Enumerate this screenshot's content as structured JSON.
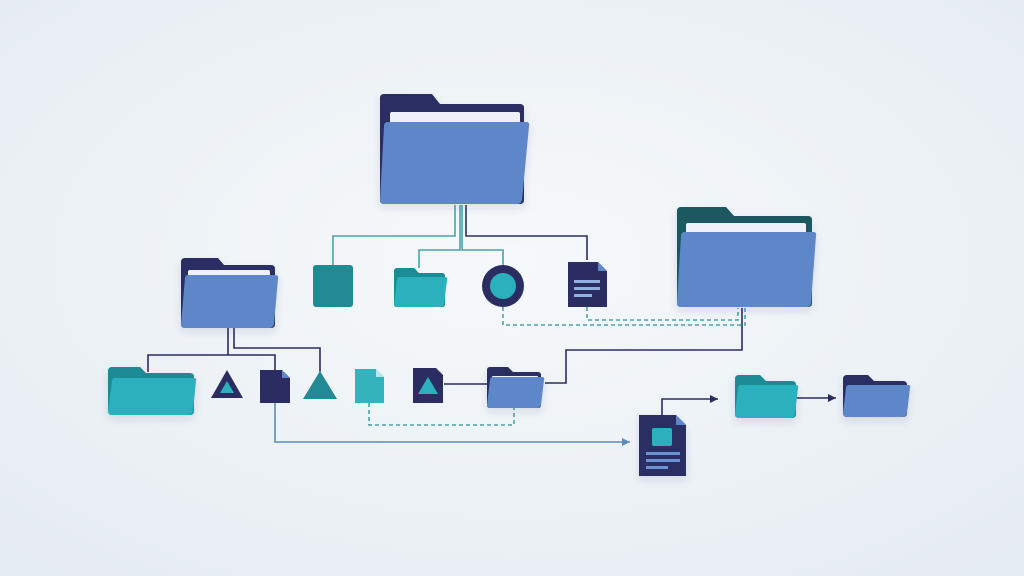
{
  "colors": {
    "background_center": "#f6f9fb",
    "background_edge": "#e4ebf1",
    "folder_blue": "#5d87c9",
    "folder_blue_light": "#6a93d3",
    "folder_teal": "#2bb1bd",
    "folder_teal_back": "#1d8b95",
    "navy": "#2b2d62",
    "teal_dark": "#218a94",
    "teal_doc": "#35b3bd",
    "paper": "#eef1f8",
    "line_teal": "#4aa3ab",
    "line_navy": "#2b2d62",
    "line_blue": "#5b8bbf"
  },
  "diagram": {
    "nodes": [
      {
        "name": "root-folder-icon",
        "icon": "folder",
        "style": "blue"
      },
      {
        "name": "sub-folder-left-icon",
        "icon": "folder",
        "style": "blue"
      },
      {
        "name": "sub-folder-right-icon",
        "icon": "folder",
        "style": "blue"
      },
      {
        "name": "teal-square-file-icon",
        "icon": "square",
        "style": "teal"
      },
      {
        "name": "teal-folder-icon",
        "icon": "folder",
        "style": "teal"
      },
      {
        "name": "circle-node-icon",
        "icon": "circle",
        "style": "navy-teal"
      },
      {
        "name": "document-icon",
        "icon": "document",
        "style": "navy"
      },
      {
        "name": "teal-folder-bottom-left-icon",
        "icon": "folder",
        "style": "teal"
      },
      {
        "name": "navy-triangle-icon",
        "icon": "triangle",
        "style": "navy"
      },
      {
        "name": "navy-file-icon",
        "icon": "file",
        "style": "navy"
      },
      {
        "name": "teal-triangle-icon",
        "icon": "triangle",
        "style": "teal"
      },
      {
        "name": "teal-file-icon",
        "icon": "file",
        "style": "teal"
      },
      {
        "name": "navy-triangle-tile-icon",
        "icon": "triangle-tile",
        "style": "navy-teal"
      },
      {
        "name": "blue-folder-small-icon",
        "icon": "folder",
        "style": "blue"
      },
      {
        "name": "image-document-icon",
        "icon": "image-document",
        "style": "navy"
      },
      {
        "name": "teal-folder-right-icon",
        "icon": "folder",
        "style": "teal"
      },
      {
        "name": "blue-folder-right-icon",
        "icon": "folder",
        "style": "blue"
      }
    ]
  }
}
